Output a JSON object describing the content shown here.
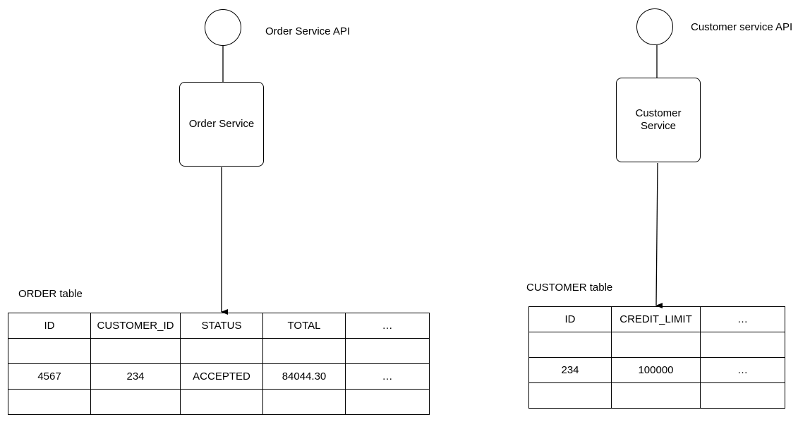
{
  "order": {
    "api_label": "Order Service API",
    "service_label": "Order Service",
    "table_title": "ORDER table",
    "columns": [
      "ID",
      "CUSTOMER_ID",
      "STATUS",
      "TOTAL",
      "…"
    ],
    "rows": [
      [
        "",
        "",
        "",
        "",
        ""
      ],
      [
        "4567",
        "234",
        "ACCEPTED",
        "84044.30",
        "…"
      ],
      [
        "",
        "",
        "",
        "",
        ""
      ]
    ]
  },
  "customer": {
    "api_label": "Customer service API",
    "service_label": "Customer Service",
    "table_title": "CUSTOMER table",
    "columns": [
      "ID",
      "CREDIT_LIMIT",
      "…"
    ],
    "rows": [
      [
        "",
        "",
        ""
      ],
      [
        "234",
        "100000",
        "…"
      ],
      [
        "",
        "",
        ""
      ]
    ]
  }
}
